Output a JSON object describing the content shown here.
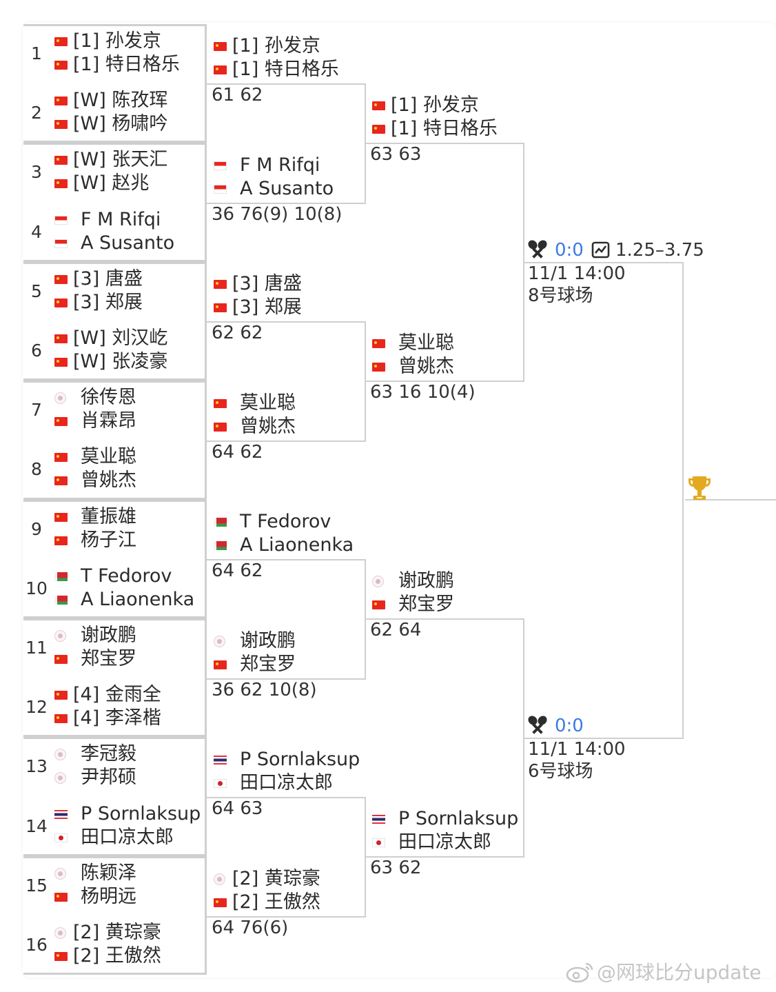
{
  "first_round": [
    {
      "num": "1",
      "players": [
        {
          "flag": "cn",
          "name": "[1] 孙发京"
        },
        {
          "flag": "cn",
          "name": "[1] 特日格乐"
        }
      ]
    },
    {
      "num": "2",
      "players": [
        {
          "flag": "cn",
          "name": "[W] 陈孜珲"
        },
        {
          "flag": "cn",
          "name": "[W] 杨啸吟"
        }
      ]
    },
    {
      "num": "3",
      "players": [
        {
          "flag": "cn",
          "name": "[W] 张天汇"
        },
        {
          "flag": "cn",
          "name": "[W] 赵兆"
        }
      ]
    },
    {
      "num": "4",
      "players": [
        {
          "flag": "id",
          "name": "F M Rifqi"
        },
        {
          "flag": "id",
          "name": "A Susanto"
        }
      ]
    },
    {
      "num": "5",
      "players": [
        {
          "flag": "cn",
          "name": "[3] 唐盛"
        },
        {
          "flag": "cn",
          "name": "[3] 郑展"
        }
      ]
    },
    {
      "num": "6",
      "players": [
        {
          "flag": "cn",
          "name": "[W] 刘汉屹"
        },
        {
          "flag": "cn",
          "name": "[W] 张凌豪"
        }
      ]
    },
    {
      "num": "7",
      "players": [
        {
          "flag": "tpe",
          "name": "徐传恩"
        },
        {
          "flag": "cn",
          "name": "肖霖昂"
        }
      ]
    },
    {
      "num": "8",
      "players": [
        {
          "flag": "cn",
          "name": "莫业聪"
        },
        {
          "flag": "cn",
          "name": "曾姚杰"
        }
      ]
    },
    {
      "num": "9",
      "players": [
        {
          "flag": "cn",
          "name": "董振雄"
        },
        {
          "flag": "cn",
          "name": "杨子江"
        }
      ]
    },
    {
      "num": "10",
      "players": [
        {
          "flag": "by",
          "name": "T Fedorov"
        },
        {
          "flag": "by",
          "name": "A Liaonenka"
        }
      ]
    },
    {
      "num": "11",
      "players": [
        {
          "flag": "tpe",
          "name": "谢政鹏"
        },
        {
          "flag": "cn",
          "name": "郑宝罗"
        }
      ]
    },
    {
      "num": "12",
      "players": [
        {
          "flag": "cn",
          "name": "[4] 金雨全"
        },
        {
          "flag": "cn",
          "name": "[4] 李泽楷"
        }
      ]
    },
    {
      "num": "13",
      "players": [
        {
          "flag": "tpe",
          "name": "李冠毅"
        },
        {
          "flag": "tpe",
          "name": "尹邦硕"
        }
      ]
    },
    {
      "num": "14",
      "players": [
        {
          "flag": "th",
          "name": "P Sornlaksup"
        },
        {
          "flag": "jp",
          "name": "田口凉太郎"
        }
      ]
    },
    {
      "num": "15",
      "players": [
        {
          "flag": "tpe",
          "name": "陈颖泽"
        },
        {
          "flag": "cn",
          "name": "杨明远"
        }
      ]
    },
    {
      "num": "16",
      "players": [
        {
          "flag": "tpe",
          "name": "[2] 黄琮豪"
        },
        {
          "flag": "cn",
          "name": "[2] 王傲然"
        }
      ]
    }
  ],
  "second_round": [
    {
      "players": [
        {
          "flag": "cn",
          "name": "[1] 孙发京"
        },
        {
          "flag": "cn",
          "name": "[1] 特日格乐"
        }
      ],
      "score": "61 62"
    },
    {
      "players": [
        {
          "flag": "id",
          "name": "F M Rifqi"
        },
        {
          "flag": "id",
          "name": "A Susanto"
        }
      ],
      "score": "36 76(9) 10(8)"
    },
    {
      "players": [
        {
          "flag": "cn",
          "name": "[3] 唐盛"
        },
        {
          "flag": "cn",
          "name": "[3] 郑展"
        }
      ],
      "score": "62 62"
    },
    {
      "players": [
        {
          "flag": "cn",
          "name": "莫业聪"
        },
        {
          "flag": "cn",
          "name": "曾姚杰"
        }
      ],
      "score": "64 62"
    },
    {
      "players": [
        {
          "flag": "by",
          "name": "T Fedorov"
        },
        {
          "flag": "by",
          "name": "A Liaonenka"
        }
      ],
      "score": "64 62"
    },
    {
      "players": [
        {
          "flag": "tpe",
          "name": "谢政鹏"
        },
        {
          "flag": "cn",
          "name": "郑宝罗"
        }
      ],
      "score": "36 62 10(8)"
    },
    {
      "players": [
        {
          "flag": "th",
          "name": "P Sornlaksup"
        },
        {
          "flag": "jp",
          "name": "田口凉太郎"
        }
      ],
      "score": "64 63"
    },
    {
      "players": [
        {
          "flag": "tpe",
          "name": "[2] 黄琮豪"
        },
        {
          "flag": "cn",
          "name": "[2] 王傲然"
        }
      ],
      "score": "64 76(6)"
    }
  ],
  "quarter_finals": [
    {
      "players": [
        {
          "flag": "cn",
          "name": "[1] 孙发京"
        },
        {
          "flag": "cn",
          "name": "[1] 特日格乐"
        }
      ],
      "score": "63 63"
    },
    {
      "players": [
        {
          "flag": "cn",
          "name": "莫业聪"
        },
        {
          "flag": "cn",
          "name": "曾姚杰"
        }
      ],
      "score": "63 16 10(4)"
    },
    {
      "players": [
        {
          "flag": "tpe",
          "name": "谢政鹏"
        },
        {
          "flag": "cn",
          "name": "郑宝罗"
        }
      ],
      "score": "62 64"
    },
    {
      "players": [
        {
          "flag": "th",
          "name": "P Sornlaksup"
        },
        {
          "flag": "jp",
          "name": "田口凉太郎"
        }
      ],
      "score": "63 62"
    }
  ],
  "semi_finals": [
    {
      "live_score": "0:0",
      "odds": "1.25–3.75",
      "time": "11/1 14:00",
      "court": "8号球场"
    },
    {
      "live_score": "0:0",
      "time": "11/1 14:00",
      "court": "6号球场"
    }
  ],
  "icons": {
    "versus": "crossed-rackets-icon",
    "odds": "trend-chart-icon",
    "final": "trophy-icon"
  },
  "watermark": "@网球比分update",
  "colors": {
    "line": "#cfcfcf",
    "live": "#3b7be3",
    "text": "#2b2b2b"
  }
}
